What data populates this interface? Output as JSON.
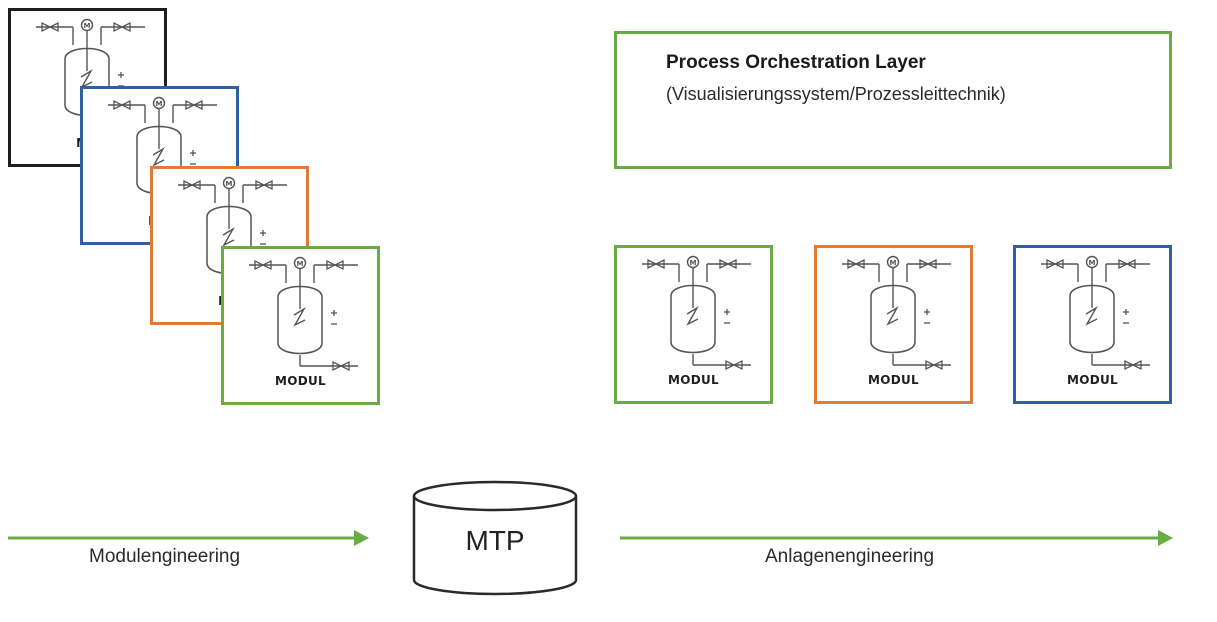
{
  "colors": {
    "green": "#6aab45",
    "blue": "#2e5f9e",
    "orange": "#e07a35",
    "black": "#1e1e1e",
    "line": "#555555"
  },
  "module_label": "MODUL",
  "left_stack": [
    {
      "color": "black",
      "label": "MO"
    },
    {
      "color": "blue",
      "label": "MO"
    },
    {
      "color": "orange",
      "label": "MO"
    },
    {
      "color": "green",
      "label": "MODUL"
    }
  ],
  "right_row": [
    {
      "color": "green",
      "label": "MODUL"
    },
    {
      "color": "orange",
      "label": "MODUL"
    },
    {
      "color": "blue",
      "label": "MODUL"
    }
  ],
  "orchestration": {
    "title": "Process Orchestration Layer",
    "subtitle": "(Visualisierungssystem/Prozessleittechnik)"
  },
  "mtp": {
    "label": "MTP"
  },
  "flow": {
    "left_label": "Modulengineering",
    "right_label": "Anlagenengineering"
  }
}
